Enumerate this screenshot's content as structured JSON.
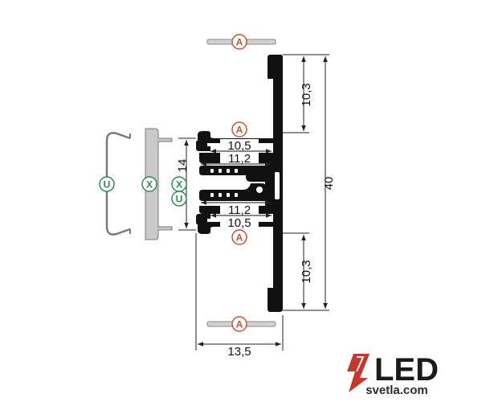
{
  "colors": {
    "profile": "#111111",
    "cover": "#c9c9c9",
    "cover_stroke": "#7a7a7a",
    "badge_a": "#c0553a",
    "badge_u": "#2e8b57",
    "badge_x": "#2e8b57",
    "dim_line": "#222222",
    "logo_accent": "#c8352b"
  },
  "badges": {
    "a": "A",
    "u": "U",
    "x": "X"
  },
  "dimensions": {
    "top_right": "10,3",
    "bottom_right": "10,3",
    "height_total": "40",
    "inner_top": "10,5",
    "outer_top": "11,2",
    "outer_bottom": "11,2",
    "inner_bottom": "10,5",
    "slot_height": "14",
    "width_bottom": "13,5"
  },
  "logo": {
    "brand": "LED",
    "url": "svetla.com",
    "icon": "lightning-bolt-icon"
  }
}
